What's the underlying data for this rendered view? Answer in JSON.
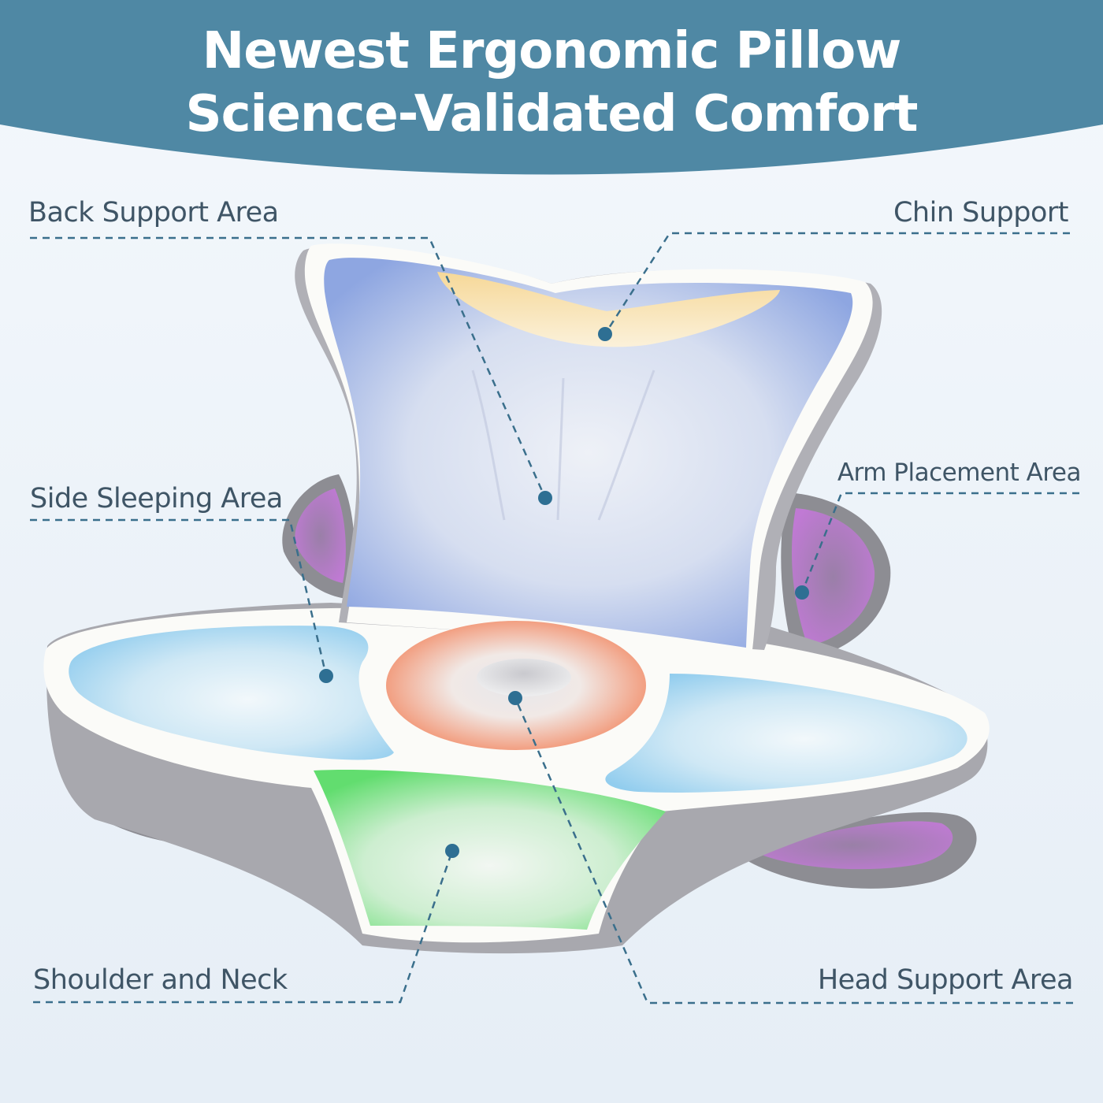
{
  "header": {
    "title_line1": "Newest Ergonomic Pillow",
    "title_line2": "Science-Validated Comfort"
  },
  "callouts": {
    "back_support": "Back Support Area",
    "chin_support": "Chin Support",
    "side_sleeping": "Side Sleeping Area",
    "arm_placement": "Arm Placement Area",
    "shoulder_neck": "Shoulder and Neck",
    "head_support": "Head Support Area"
  },
  "colors": {
    "header_band": "#4f88a4",
    "leader_line": "#3a6f8c",
    "dot": "#2e6f93",
    "back_zone": "#8fa6e0",
    "chin_zone": "#f6dca0",
    "side_zone": "#9fd2ee",
    "head_zone": "#f29a7a",
    "shoulder_zone": "#6fe07a",
    "arm_zone": "#b77ec9"
  }
}
